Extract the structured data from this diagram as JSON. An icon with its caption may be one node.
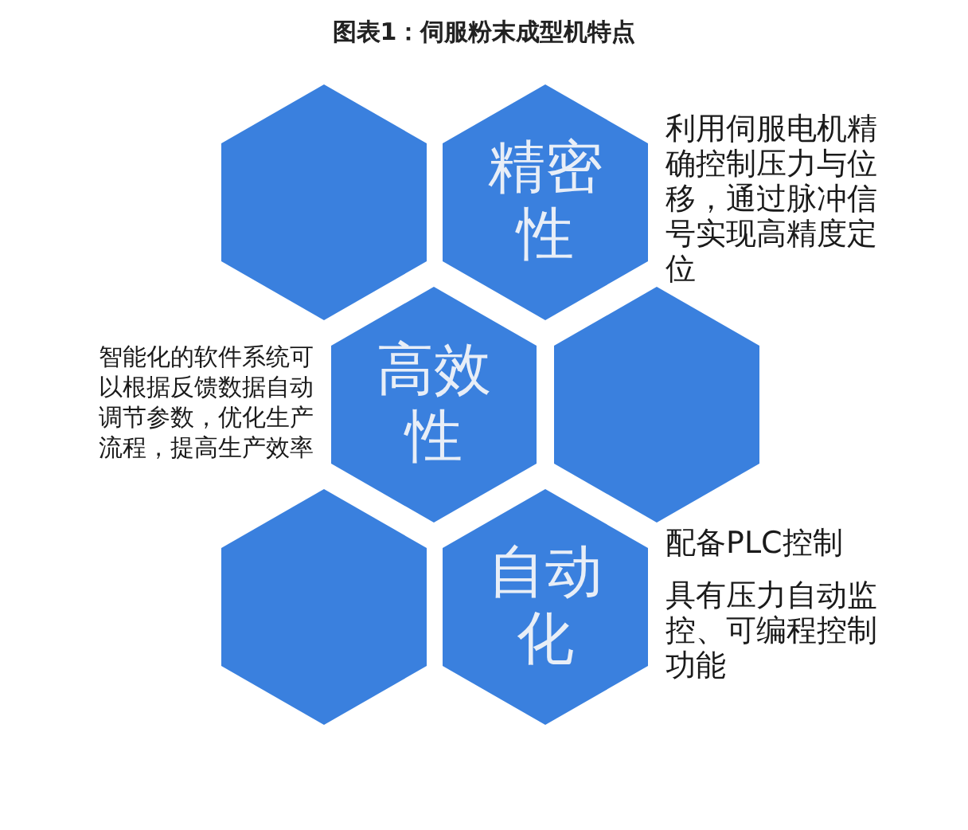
{
  "diagram": {
    "title": "图表1：伺服粉末成型机特点",
    "nodes": [
      {
        "text": [],
        "shape": "hexagon"
      },
      {
        "text": [
          "精密性"
        ],
        "beside": [
          "利用伺服电机精确控制压力与位移，通过脉冲信号实现高精度定位"
        ]
      },
      {
        "text": [
          "高效性"
        ],
        "beside": [
          "智能化的软件系统可以根据反馈数据自动调节参数，优化生产流程，提高生产效率"
        ]
      },
      {
        "text": [],
        "shape": "hexagon"
      },
      {
        "text": [],
        "shape": "hexagon"
      },
      {
        "text": [
          "自动化"
        ],
        "beside": [
          "配备PLC控制",
          "具有压力自动监控、可编程控制功能"
        ]
      }
    ]
  }
}
